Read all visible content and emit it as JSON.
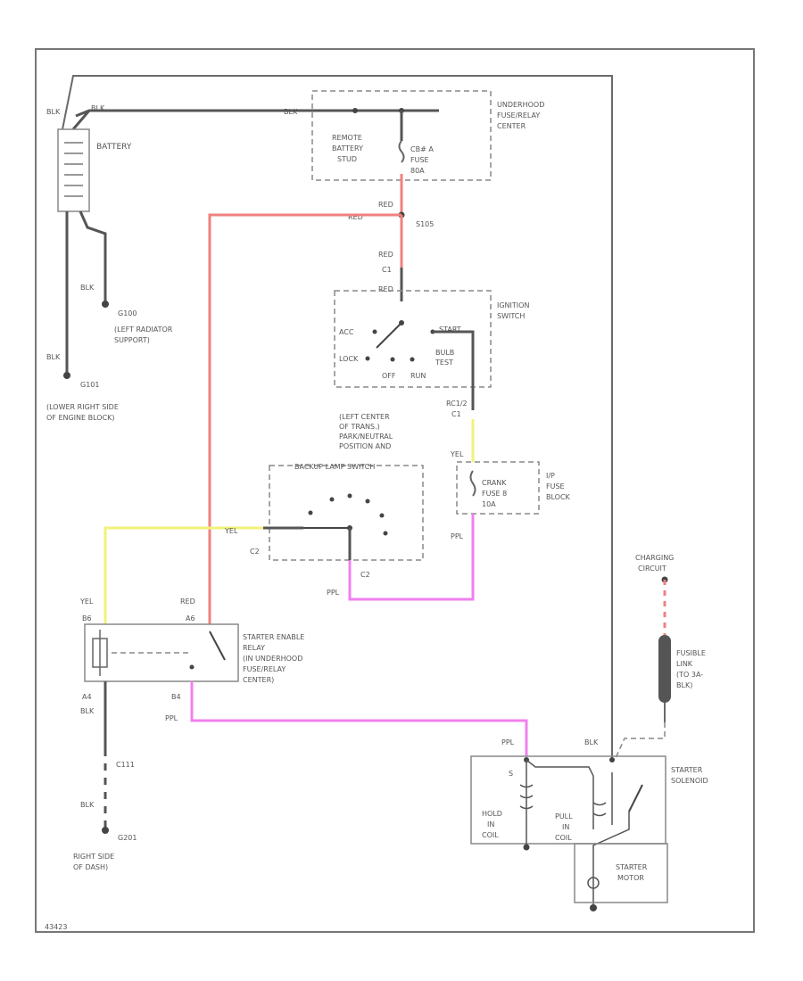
{
  "labels": {
    "underhood_center": [
      "UNDERHOOD",
      "FUSE/RELAY",
      "CENTER"
    ],
    "remote_stud": [
      "REMOTE",
      "BATTERY",
      "STUD"
    ],
    "fuse_80a": [
      "CB# A",
      "FUSE",
      "80A"
    ],
    "battery": "BATTERY",
    "blk_top1": "BLK",
    "blk_top2": "BLK",
    "blk_top3": "BLK",
    "red1": "RED",
    "red2": "RED",
    "red3": "RED",
    "red4": "RED",
    "s105": "S105",
    "c1": "C1",
    "ignition_switch": [
      "IGNITION",
      "SWITCH"
    ],
    "ign_acc": "ACC",
    "ign_lock": "LOCK",
    "ign_off": "OFF",
    "ign_run": "RUN",
    "ign_start": "START",
    "ign_bulb": [
      "BULB",
      "TEST"
    ],
    "ign_c1": [
      "RC1/2",
      "C1"
    ],
    "yel_fuse": "YEL",
    "fuse_block": [
      "I/P",
      "FUSE",
      "BLOCK"
    ],
    "crank_fuse": [
      "CRANK",
      "FUSE 8",
      "10A"
    ],
    "ppl1": "PPL",
    "ppl2": "PPL",
    "ppl3": "PPL",
    "ppl4": "PPL",
    "prnd": [
      "(LEFT CENTER",
      "OF TRANS.)",
      "PARK/NEUTRAL",
      "POSITION AND",
      "BACKUP LAMP SWITCH"
    ],
    "yel_prnd": "YEL",
    "c2_a": "C2",
    "c2_b": "C2",
    "g_blk": "BLK",
    "g100": "G100",
    "g100_loc": [
      "(LEFT RADIATOR",
      "SUPPORT)"
    ],
    "g101_blk": "BLK",
    "g101": "G101",
    "g101_loc": [
      "(LOWER RIGHT SIDE",
      "OF ENGINE BLOCK)"
    ],
    "yel_relay": "YEL",
    "red_relay": "RED",
    "relay_b6": "B6",
    "relay_a6": "A6",
    "relay_a4": "A4",
    "relay_b4": "B4",
    "starter_relay": [
      "STARTER ENABLE",
      "RELAY",
      "(IN UNDERHOOD",
      "FUSE/RELAY",
      "CENTER)"
    ],
    "relay_blk": "BLK",
    "c111": "C111",
    "g201_blk": "BLK",
    "g201": "G201",
    "g201_loc": [
      "RIGHT SIDE",
      "OF DASH)"
    ],
    "charging": [
      "CHARGING",
      "CIRCUIT"
    ],
    "fusible_link": [
      "FUSIBLE",
      "LINK",
      "(TO 3A-",
      "BLK)"
    ],
    "starter_ppl": "PPL",
    "starter_blk": "BLK",
    "starter_s": "S",
    "starter_solenoid": [
      "STARTER",
      "SOLENOID"
    ],
    "hold_in": [
      "HOLD",
      "IN",
      "COIL"
    ],
    "pull_in": [
      "PULL",
      "IN",
      "COIL"
    ],
    "starter_motor": [
      "STARTER",
      "MOTOR"
    ],
    "footer_id": "43423"
  }
}
